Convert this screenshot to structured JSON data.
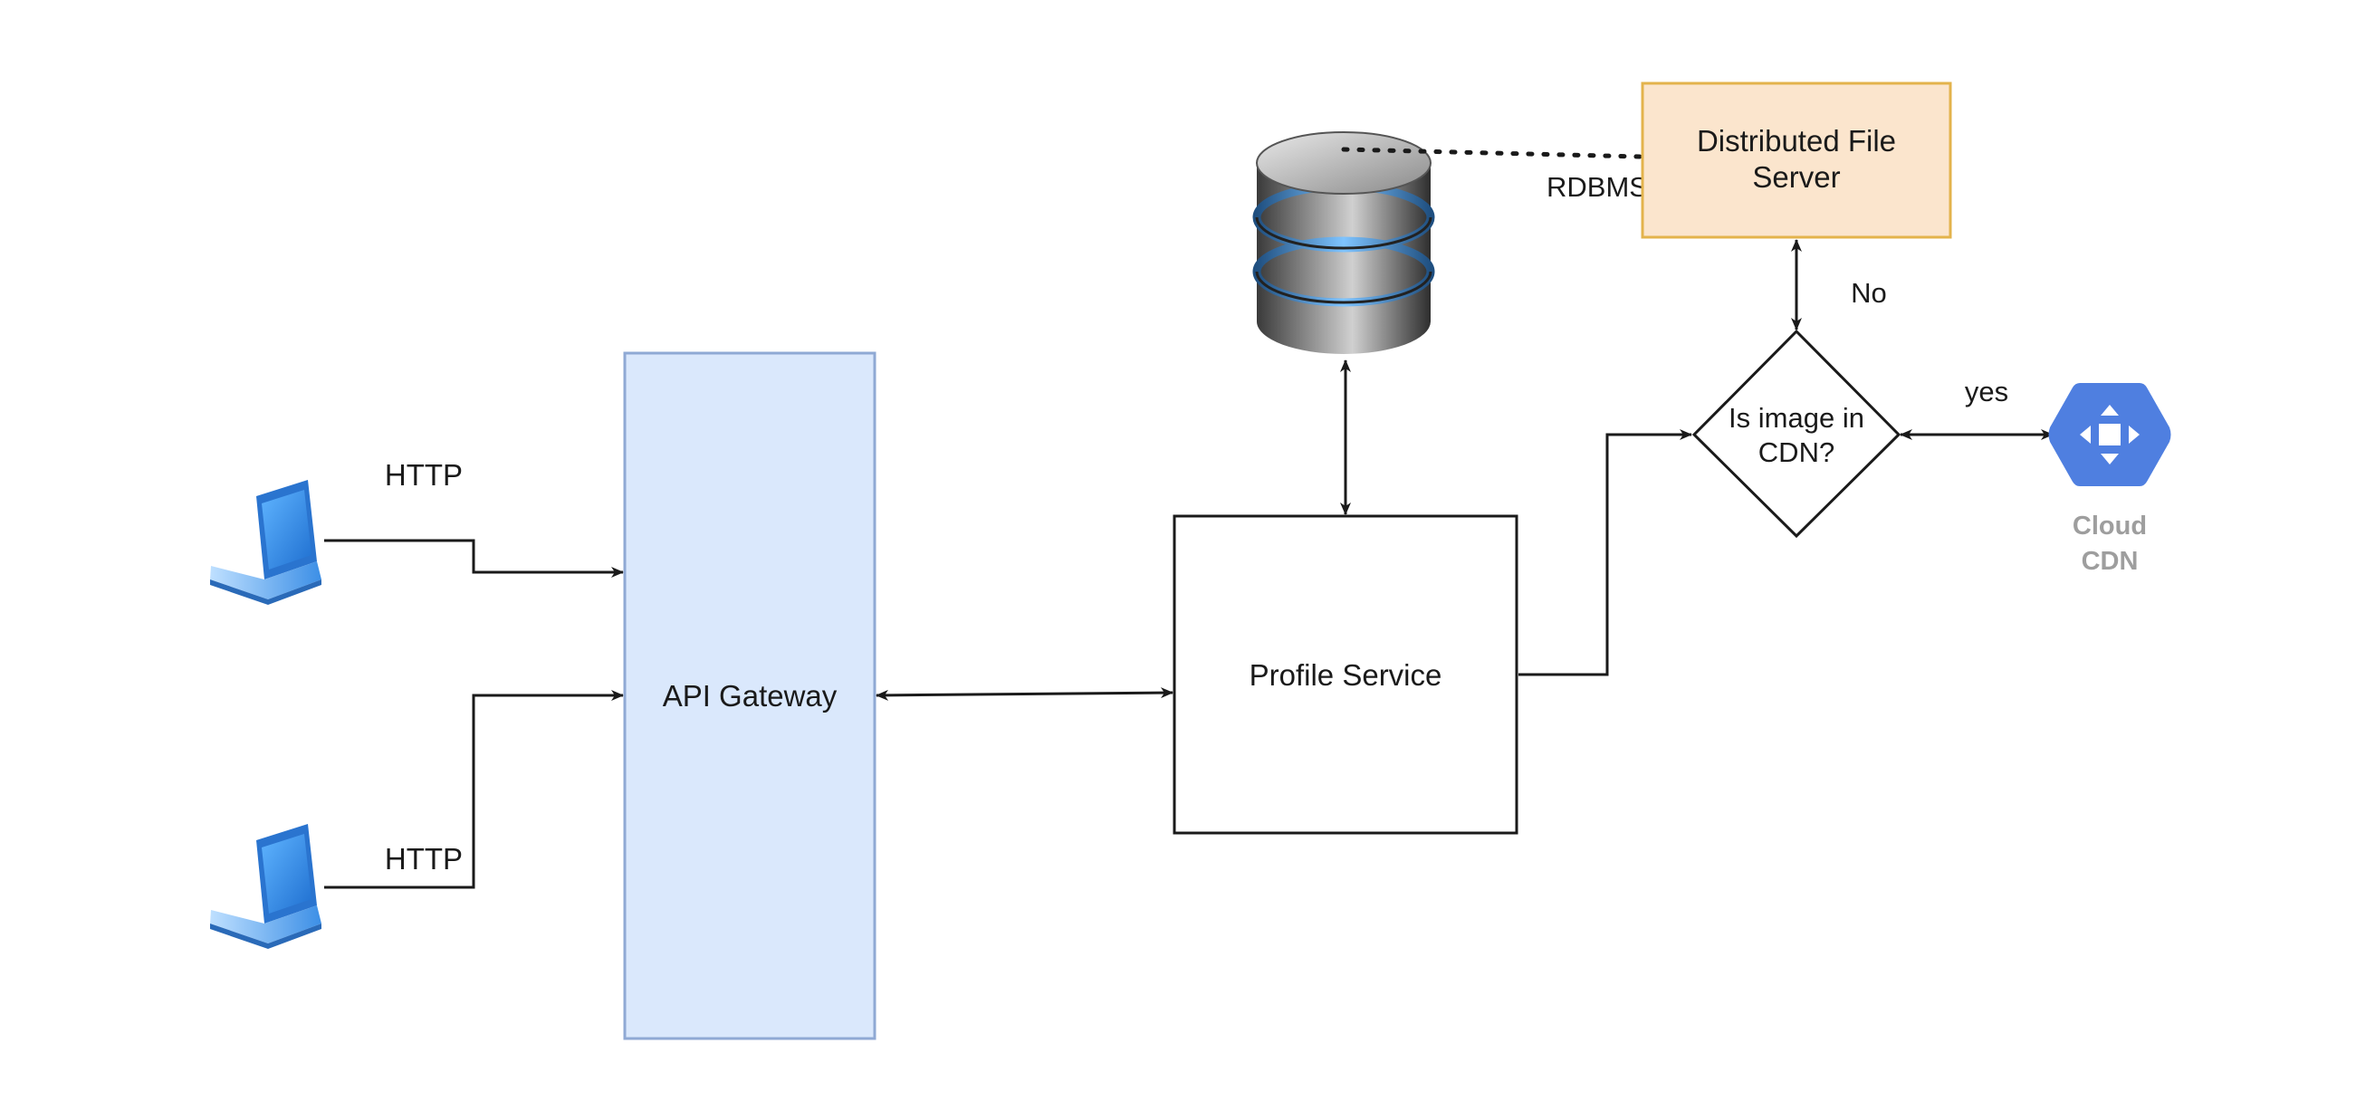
{
  "diagram": {
    "api_gateway": {
      "label": "API Gateway"
    },
    "profile_service": {
      "label": "Profile Service"
    },
    "file_server": {
      "line1": "Distributed File",
      "line2": "Server"
    },
    "decision": {
      "line1": "Is image in",
      "line2": "CDN?"
    },
    "database": {
      "label": "RDBMS"
    },
    "cloud_cdn": {
      "line1": "Cloud",
      "line2": "CDN"
    },
    "edges": {
      "client1_http": "HTTP",
      "client2_http": "HTTP",
      "decision_no": "No",
      "decision_yes": "yes"
    }
  },
  "colors": {
    "gateway_fill": "#dae8fc",
    "gateway_stroke": "#8fa9d4",
    "file_server_fill": "#fbe5cd",
    "file_server_stroke": "#e3b34c",
    "cdn_hex": "#4f7fe0",
    "laptop_blue": "#3b8be0",
    "line": "#1a1a1a"
  },
  "icons": {
    "client": "laptop-icon",
    "database": "database-icon",
    "cdn": "cloud-cdn-icon"
  }
}
